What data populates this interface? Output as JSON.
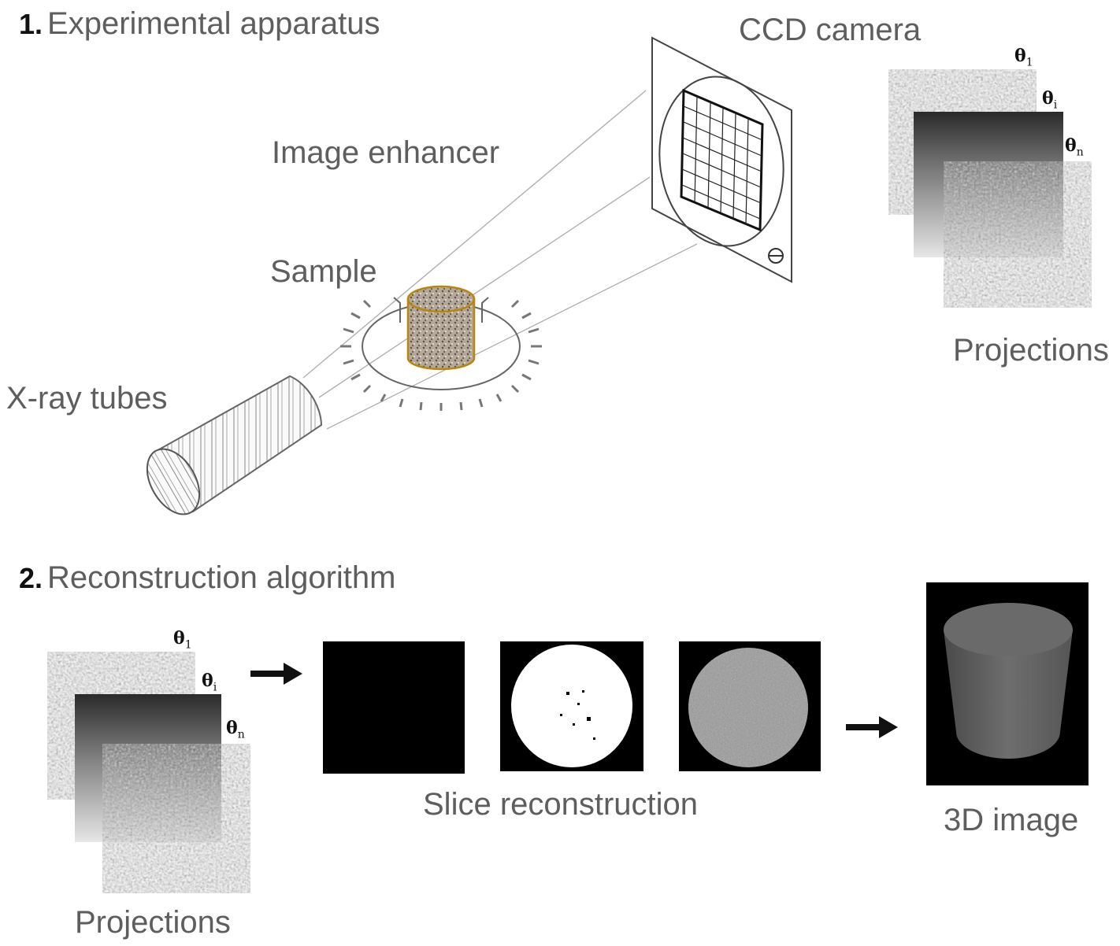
{
  "section1": {
    "number": "1.",
    "title": "Experimental apparatus"
  },
  "section2": {
    "number": "2.",
    "title": "Reconstruction algorithm"
  },
  "labels": {
    "ccd_camera": "CCD camera",
    "image_enhancer": "Image enhancer",
    "sample": "Sample",
    "xray_tubes": "X-ray tubes",
    "projections_top": "Projections",
    "projections_bottom": "Projections",
    "slice_reconstruction": "Slice reconstruction",
    "image_3d": "3D image"
  },
  "thetas": {
    "first": {
      "symbol": "θ",
      "sub": "1"
    },
    "middle": {
      "symbol": "θ",
      "sub": "i"
    },
    "last": {
      "symbol": "θ",
      "sub": "n"
    }
  },
  "icons": [
    "xray-tube-icon",
    "sample-cylinder-icon",
    "rotation-stage-icon",
    "image-enhancer-screen-icon",
    "arrow-right-icon"
  ],
  "colors": {
    "sample_outline": "#b8860b",
    "sample_fill": "#a89a8a",
    "panel_bg": "#000000"
  }
}
